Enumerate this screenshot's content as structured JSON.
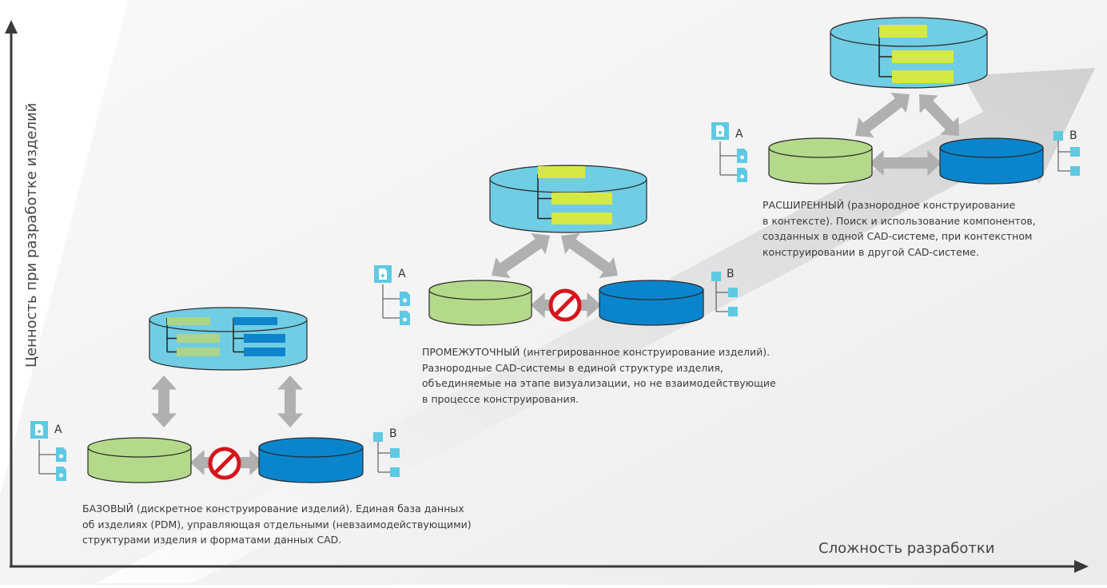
{
  "axes": {
    "y_label": "Ценность при разработке изделий",
    "x_label": "Сложность разработки"
  },
  "stages": [
    {
      "id": "basic",
      "description": "БАЗОВЫЙ (дискретное конструирование изделий). Единая база данных\nоб изделиях (PDM), управляющая отдельными (невзаимодействующими)\nструктурами изделия и форматами данных CAD.",
      "label_a": "A",
      "label_b": "B",
      "connection": "blocked"
    },
    {
      "id": "intermediate",
      "description": "ПРОМЕЖУТОЧНЫЙ (интегрированное конструирование изделий).\nРазнородные CAD-системы в единой структуре изделия,\nобъединяемые на этапе визуализации, но не взаимодействующие\nв процессе конструирования.",
      "label_a": "A",
      "label_b": "B",
      "connection": "blocked"
    },
    {
      "id": "advanced",
      "description": "РАСШИРЕННЫЙ (разнородное конструирование\nв контексте). Поиск и использование компонентов,\nсозданных в одной CAD-системе, при контекстном\nконструировании в другой CAD-системе.",
      "label_a": "A",
      "label_b": "B",
      "connection": "bidirectional"
    }
  ],
  "colors": {
    "pdm_db": "#70cde4",
    "cad_a_db": "#b4d98a",
    "cad_b_db": "#0a85cd",
    "block_sign": "#d5161d",
    "arrow": "#b0b0b0",
    "axis": "#3a3a3a",
    "bar_yellow": "#d6e846",
    "bar_green": "#acd48a",
    "bar_blue": "#0d84cb",
    "file_icon": "#5ec9e2"
  }
}
